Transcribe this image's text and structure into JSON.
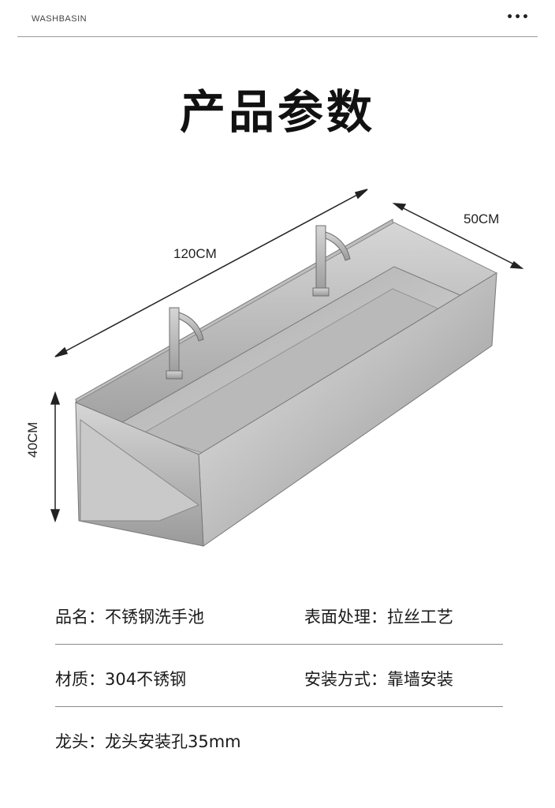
{
  "header": {
    "brand": "WASHBASIN",
    "more": "•••"
  },
  "title": "产品参数",
  "dimensions": {
    "width": "120CM",
    "depth": "50CM",
    "height": "40CM"
  },
  "specs": [
    {
      "left": "品名：不锈钢洗手池",
      "right": "表面处理：拉丝工艺"
    },
    {
      "left": "材质：304不锈钢",
      "right": "安装方式：靠墙安装"
    },
    {
      "left": "龙头：龙头安装孔35mm",
      "right": ""
    }
  ]
}
